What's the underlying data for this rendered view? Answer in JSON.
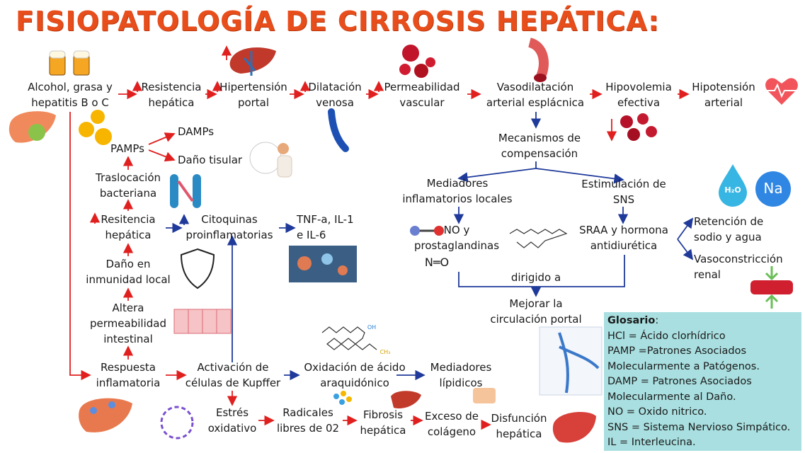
{
  "title": "FISIOPATOLOGÍA DE CIRROSIS HEPÁTICA:",
  "nodes": {
    "alcohol": [
      "Alcohol, grasa y",
      "hepatitis B o C"
    ],
    "resistencia": [
      "Resistencia",
      "hepática"
    ],
    "hipertension": [
      "Hipertensión",
      "portal"
    ],
    "dilatacion": [
      "Dilatación",
      "venosa"
    ],
    "permeabilidad": [
      "Permeabilidad",
      "vascular"
    ],
    "vasodilatacion": [
      "Vasodilatación",
      "arterial esplácnica"
    ],
    "hipovolemia": [
      "Hipovolemia",
      "efectiva"
    ],
    "hipotension": [
      "Hipotensión",
      "arterial"
    ],
    "mecanismos": [
      "Mecanismos de",
      "compensación"
    ],
    "mediadores_inf": [
      "Mediadores",
      "inflamatorios locales"
    ],
    "estimulacion_sns": [
      "Estimulación de",
      "SNS"
    ],
    "no_prost": [
      "NO y",
      "prostaglandinas"
    ],
    "no_formula": "N═O",
    "sraa": [
      "SRAA y hormona",
      "antidiurética"
    ],
    "retencion": [
      "Retención de",
      "sodio y agua"
    ],
    "vasoconstriccion": [
      "Vasoconstricción",
      "renal"
    ],
    "dirigido": "dirigido a",
    "mejorar": [
      "Mejorar la",
      "circulación portal"
    ],
    "damps": "DAMPs",
    "pamps": "PAMPs",
    "dano_tisular": "Daño tisular",
    "traslocacion": [
      "Traslocación",
      "bacteriana"
    ],
    "resitencia2": [
      "Resitencia",
      "hepática"
    ],
    "citoquinas": [
      "Citoquinas",
      "proinflamatorias"
    ],
    "tnf": [
      "TNF-a, IL-1",
      "e IL-6"
    ],
    "dano_inmunidad": [
      "Daño en",
      "inmunidad local"
    ],
    "altera": [
      "Altera",
      "permeabilidad",
      "intestinal"
    ],
    "respuesta": [
      "Respuesta",
      "inflamatoria"
    ],
    "activacion": [
      "Activación de",
      "células de Kupffer"
    ],
    "oxidacion": [
      "Oxidación de ácido",
      "araquidónico"
    ],
    "mediadores_lip": [
      "Mediadores",
      "lípidicos"
    ],
    "estres": [
      "Estrés",
      "oxidativo"
    ],
    "radicales": [
      "Radicales",
      "libres de 02"
    ],
    "fibrosis": [
      "Fibrosis",
      "hepática"
    ],
    "exceso": [
      "Exceso de",
      "colágeno"
    ],
    "disfuncion": [
      "Disfunción",
      "hepática"
    ],
    "h2o": "H₂O",
    "na": "Na",
    "ch3": "CH₃",
    "oh": "OH"
  },
  "glosario": {
    "heading": "Glosario",
    "colon": ":",
    "lines": [
      "HCl = Ácido clorhídrico",
      "PAMP =Patrones Asociados",
      "Molecularmente a Patógenos.",
      "DAMP = Patrones Asociados",
      "Molecularmente al Daño.",
      "NO = Oxido nitrico.",
      "SNS = Sistema Nervioso Simpático.",
      "IL = Interleucina."
    ]
  },
  "colors": {
    "title": "#e84e1b",
    "red_arrow": "#e0201f",
    "blue_arrow": "#1f3a9a",
    "glossary_bg": "#a9dfe0"
  }
}
